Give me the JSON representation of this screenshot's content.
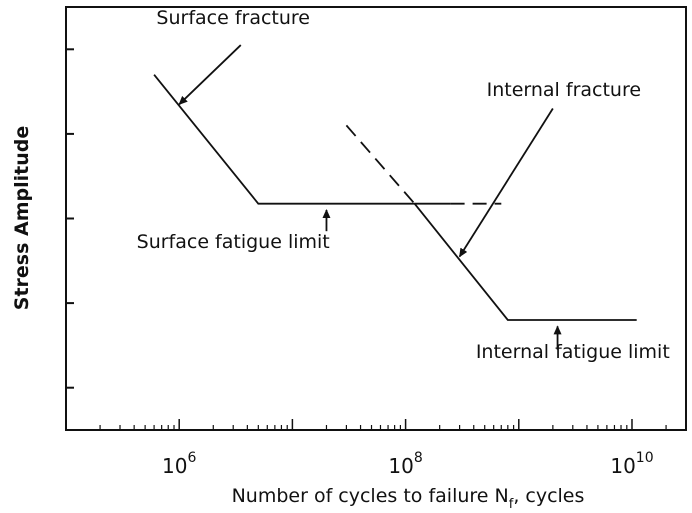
{
  "chart_data": {
    "type": "line",
    "xscale": "log",
    "xlim": [
      100000,
      30000000000
    ],
    "ylim": [
      0,
      10
    ],
    "xlabel": "Number of cycles to failure N",
    "xlabel_sub": "f",
    "xlabel_suffix": ", cycles",
    "ylabel": "Stress Amplitude",
    "grid": false,
    "x_ticks": [
      {
        "base": "10",
        "exp": "6",
        "value": 1000000
      },
      {
        "base": "10",
        "exp": "8",
        "value": 100000000
      },
      {
        "base": "10",
        "exp": "10",
        "value": 10000000000
      }
    ],
    "series": [
      {
        "style": "solid",
        "points": [
          [
            600000,
            8.4
          ],
          [
            5000000,
            5.35
          ],
          [
            250000000,
            5.35
          ]
        ]
      },
      {
        "style": "dashed",
        "points": [
          [
            250000000,
            5.35
          ],
          [
            700000000,
            5.35
          ]
        ]
      },
      {
        "style": "dashed",
        "points": [
          [
            30000000,
            7.2
          ],
          [
            120000000,
            5.35
          ]
        ]
      },
      {
        "style": "solid",
        "points": [
          [
            120000000,
            5.35
          ],
          [
            800000000,
            2.6
          ],
          [
            11000000000,
            2.6
          ]
        ]
      }
    ],
    "annotations": [
      {
        "text": "Surface fracture",
        "x": 3000000,
        "y": 9.6,
        "arrow_to": [
          1000000,
          7.7
        ],
        "arrow_from": [
          3500000,
          9.1
        ]
      },
      {
        "text": "Internal fracture",
        "x": 2500000000,
        "y": 7.9,
        "arrow_to": [
          300000000,
          4.1
        ],
        "arrow_from": [
          2000000000,
          7.6
        ]
      },
      {
        "text": "Surface fatigue limit",
        "x": 3000000,
        "y": 4.3,
        "arrow_to": [
          20000000,
          5.2
        ],
        "arrow_from": [
          20000000,
          4.7
        ]
      },
      {
        "text": "Internal fatigue limit",
        "x": 3000000000,
        "y": 1.7,
        "arrow_to": [
          2200000000,
          2.45
        ],
        "arrow_from": [
          2200000000,
          1.9
        ]
      }
    ]
  }
}
